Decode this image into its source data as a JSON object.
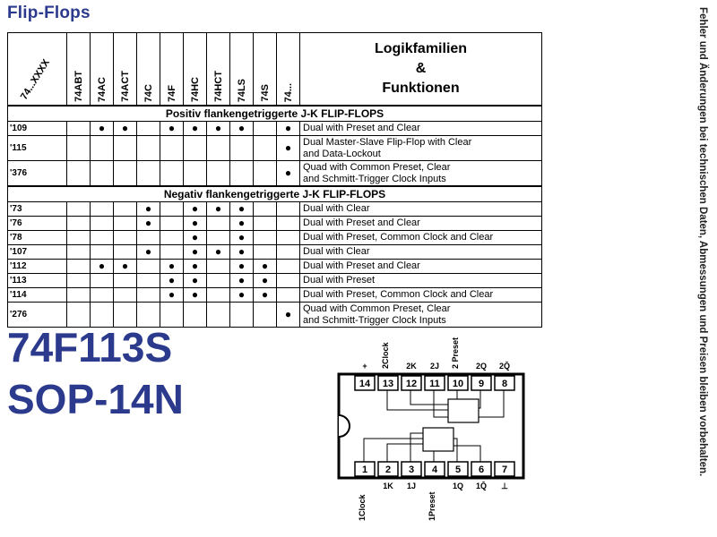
{
  "page": {
    "title": "Flip-Flops"
  },
  "table": {
    "corner_label": "74...XXXX",
    "families": [
      "74ABT",
      "74AC",
      "74ACT",
      "74C",
      "74F",
      "74HC",
      "74HCT",
      "74LS",
      "74S",
      "74..."
    ],
    "header_right": [
      "Logikfamilien",
      "&",
      "Funktionen"
    ],
    "section_positive": "Positiv flankengetriggerte J-K FLIP-FLOPS",
    "section_negative": "Negativ flankengetriggerte J-K FLIP-FLOPS",
    "dot_symbol": "●",
    "rows_positive": [
      {
        "code": "'109",
        "dots": [
          false,
          true,
          true,
          false,
          true,
          true,
          true,
          true,
          false,
          true
        ],
        "desc": [
          "Dual with Preset and Clear"
        ]
      },
      {
        "code": "'115",
        "dots": [
          false,
          false,
          false,
          false,
          false,
          false,
          false,
          false,
          false,
          true
        ],
        "desc": [
          "Dual Master-Slave Flip-Flop with Clear",
          "and Data-Lockout"
        ]
      },
      {
        "code": "'376",
        "dots": [
          false,
          false,
          false,
          false,
          false,
          false,
          false,
          false,
          false,
          true
        ],
        "desc": [
          "Quad with Common Preset, Clear",
          "and Schmitt-Trigger Clock Inputs"
        ]
      }
    ],
    "rows_negative": [
      {
        "code": "'73",
        "dots": [
          false,
          false,
          false,
          true,
          false,
          true,
          true,
          true,
          false,
          false
        ],
        "desc": [
          "Dual with Clear"
        ]
      },
      {
        "code": "'76",
        "dots": [
          false,
          false,
          false,
          true,
          false,
          true,
          false,
          true,
          false,
          false
        ],
        "desc": [
          "Dual with Preset and Clear"
        ]
      },
      {
        "code": "'78",
        "dots": [
          false,
          false,
          false,
          false,
          false,
          true,
          false,
          true,
          false,
          false
        ],
        "desc": [
          "Dual with Preset, Common Clock and Clear"
        ]
      },
      {
        "code": "'107",
        "dots": [
          false,
          false,
          false,
          true,
          false,
          true,
          true,
          true,
          false,
          false
        ],
        "desc": [
          "Dual with Clear"
        ]
      },
      {
        "code": "'112",
        "dots": [
          false,
          true,
          true,
          false,
          true,
          true,
          false,
          true,
          true,
          false
        ],
        "desc": [
          "Dual with Preset and Clear"
        ]
      },
      {
        "code": "'113",
        "dots": [
          false,
          false,
          false,
          false,
          true,
          true,
          false,
          true,
          true,
          false
        ],
        "desc": [
          "Dual with Preset"
        ]
      },
      {
        "code": "'114",
        "dots": [
          false,
          false,
          false,
          false,
          true,
          true,
          false,
          true,
          true,
          false
        ],
        "desc": [
          "Dual with Preset, Common Clock and Clear"
        ]
      },
      {
        "code": "'276",
        "dots": [
          false,
          false,
          false,
          false,
          false,
          false,
          false,
          false,
          false,
          true
        ],
        "desc": [
          "Quad with Common Preset, Clear",
          "and Schmitt-Trigger Clock Inputs"
        ]
      }
    ]
  },
  "part": {
    "number": "74F113S",
    "package": "SOP-14N"
  },
  "side_note": "Fehler und Änderungen bei technischen Daten, Abmessungen und Preisen bleiben vorbehalten.",
  "pinout": {
    "top_pins": [
      "14",
      "13",
      "12",
      "11",
      "10",
      "9",
      "8"
    ],
    "bottom_pins": [
      "1",
      "2",
      "3",
      "4",
      "5",
      "6",
      "7"
    ],
    "top_labels": [
      "+",
      "2Clock",
      "2K",
      "2J",
      "2 Preset",
      "2Q",
      "2Q̄"
    ],
    "bottom_labels": [
      "1Clock",
      "1K",
      "1J",
      "1Preset",
      "1Q",
      "1Q̄",
      "⊥"
    ]
  },
  "colors": {
    "accent": "#2b3a8c",
    "ink": "#000000"
  }
}
